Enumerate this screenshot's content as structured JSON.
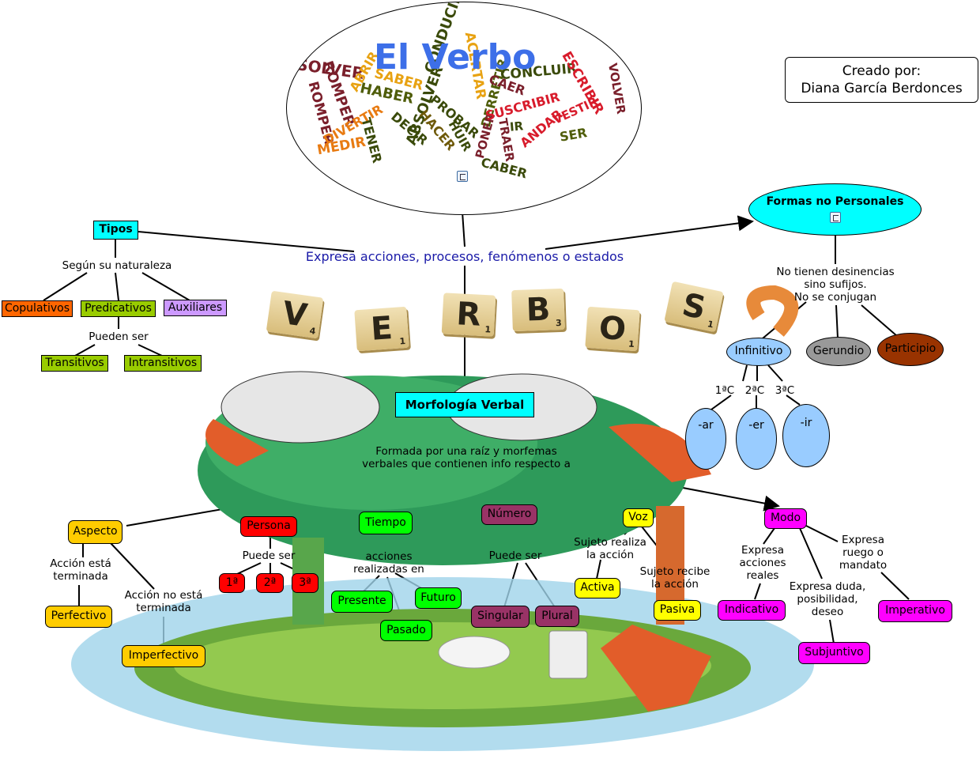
{
  "title": "El Verbo",
  "author_box": {
    "line1": "Creado por:",
    "line2": "Diana García Berdonces"
  },
  "cloud_words": [
    "SOLVER",
    "ROMPER",
    "ROMPER",
    "ABRIR",
    "DIVERTIR",
    "HABER",
    "MEDIR",
    "TENER",
    "SABER",
    "CONDUCIR",
    "ABSOLVER",
    "DECIR",
    "HACER",
    "PROBAR",
    "HUIR",
    "ACERTAR",
    "DERRETIR",
    "PONER",
    "TRAER",
    "SUSCRIBIR",
    "CAER",
    "CONCLUIR",
    "ESCRIBIR",
    "VESTIR",
    "ANDAR",
    "IR",
    "SER",
    "CABER",
    "VOLVER"
  ],
  "scrabble_letters": [
    "V",
    "E",
    "R",
    "B",
    "O",
    "S"
  ],
  "scrabble_scores": [
    "4",
    "1",
    "1",
    "3",
    "1",
    "1"
  ],
  "nodes": {
    "tipos": "Tipos",
    "formas_no_personales": "Formas no Personales",
    "morfologia": "Morfología Verbal",
    "copulativos": "Copulativos",
    "predicativos": "Predicativos",
    "auxiliares": "Auxiliares",
    "transitivos": "Transitivos",
    "intransitivos": "Intransitivos",
    "infinitivo": "Infinitivo",
    "gerundio": "Gerundio",
    "participio": "Participio",
    "ar": "-ar",
    "er": "-er",
    "ir": "-ir",
    "aspecto": "Aspecto",
    "perfectivo": "Perfectivo",
    "imperfectivo": "Imperfectivo",
    "persona": "Persona",
    "p1": "1ª",
    "p2": "2ª",
    "p3": "3ª",
    "tiempo": "Tiempo",
    "presente": "Presente",
    "pasado": "Pasado",
    "futuro": "Futuro",
    "numero": "Número",
    "singular": "Singular",
    "plural": "Plural",
    "voz": "Voz",
    "activa": "Activa",
    "pasiva": "Pasiva",
    "modo": "Modo",
    "indicativo": "Indicativo",
    "subjuntivo": "Subjuntivo",
    "imperativo": "Imperativo"
  },
  "labels": {
    "expresa": "Expresa acciones, procesos, fenómenos o estados",
    "segun": "Según su naturaleza",
    "pueden_ser": "Pueden ser",
    "no_tienen": "No tienen desinencias\nsino sufijos.\nNo se conjugan",
    "c1": "1ªC",
    "c2": "2ªC",
    "c3": "3ªC",
    "formada": "Formada por una raíz y morfemas\nverbales que contienen info respecto a",
    "accion_esta": "Acción está\nterminada",
    "accion_no_esta": "Acción no está\nterminada",
    "puede_ser_persona": "Puede ser",
    "acciones_realizadas": "acciones\nrealizadas en",
    "puede_ser_numero": "Puede ser",
    "sujeto_realiza": "Sujeto realiza\nla acción",
    "sujeto_recibe": "Sujeto recibe\nla acción",
    "expresa_reales": "Expresa\nacciones\nreales",
    "expresa_duda": "Expresa duda,\nposibilidad,\ndeseo",
    "expresa_ruego": "Expresa\nruego o\nmandato"
  },
  "colors": {
    "cyan": "#00ffff",
    "orange": "#ff6600",
    "olive": "#99cc00",
    "lavender": "#cc99ff",
    "lightblue": "#99ccff",
    "gray": "#999999",
    "brown": "#993300",
    "gold": "#ffcc00",
    "red": "#ff0000",
    "green": "#00ff00",
    "purple": "#993366",
    "yellow": "#ffff00",
    "magenta": "#ff00ff",
    "link_blue": "#1a1aa8"
  }
}
